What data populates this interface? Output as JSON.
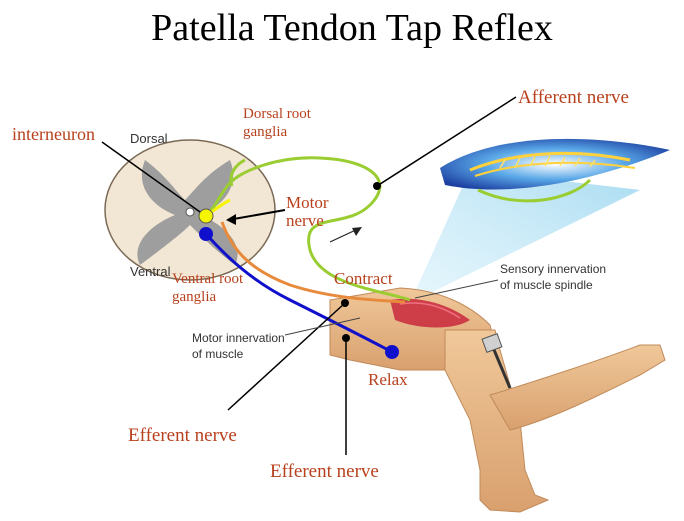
{
  "title": "Patella Tendon Tap Reflex",
  "labels": {
    "interneuron": "interneuron",
    "dorsal": "Dorsal",
    "dorsal_root_line1": "Dorsal root",
    "dorsal_root_line2": "ganglia",
    "afferent_nerve": "Afferent nerve",
    "motor_nerve_line1": "Motor",
    "motor_nerve_line2": "nerve",
    "ventral": "Ventral",
    "ventral_root_line1": "Ventral root",
    "ventral_root_line2": "ganglia",
    "contract": "Contract",
    "sensory_line1": "Sensory innervation",
    "sensory_line2": "of muscle spindle",
    "motor_innervation_line1": "Motor innervation",
    "motor_innervation_line2": "of muscle",
    "relax": "Relax",
    "efferent_nerve_1": "Efferent nerve",
    "efferent_nerve_2": "Efferent nerve"
  },
  "colors": {
    "label_red": "#b8401c",
    "afferent_green": "#9acd32",
    "interneuron_yellow": "#f5f500",
    "efferent_blue": "#1010cc",
    "motor_orange": "#e88a3c",
    "skin": "#e9b98a",
    "muscle": "#c8283c",
    "spinal_gray": "#9e9e9e"
  }
}
